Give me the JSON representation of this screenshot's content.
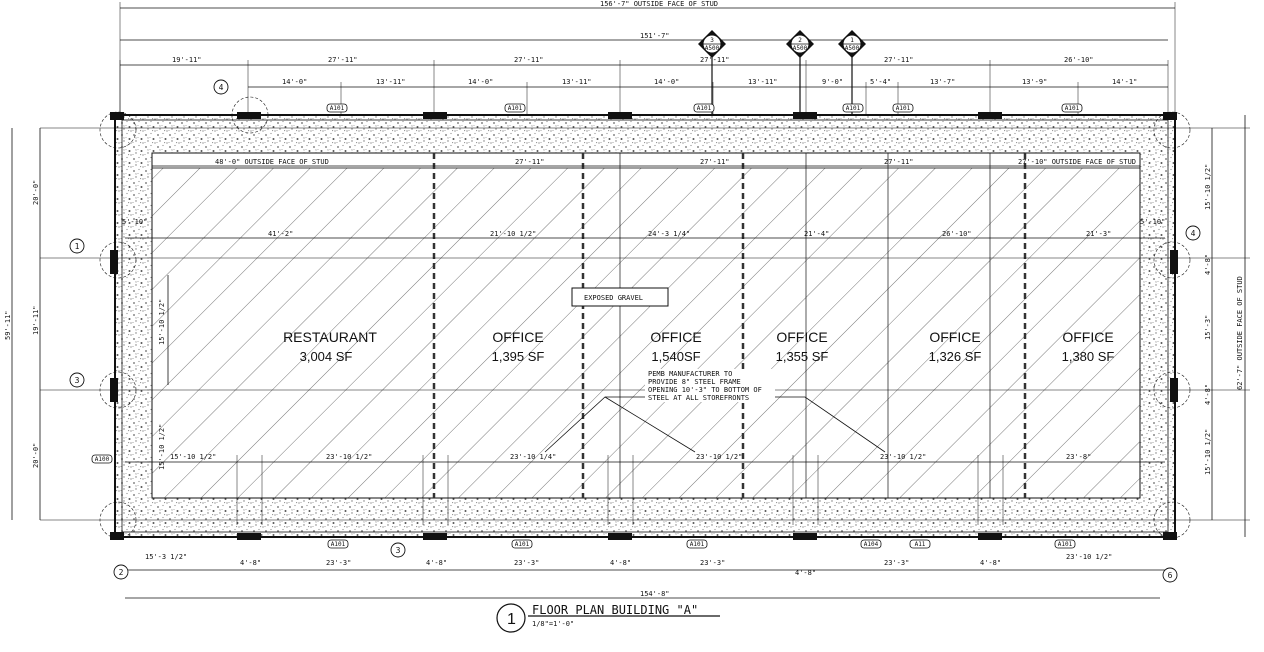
{
  "title": {
    "number": "1",
    "name": "FLOOR PLAN BUILDING \"A\"",
    "scale": "1/8\"=1'-0\""
  },
  "dimensions": {
    "overall_top": "156'-7\" OUTSIDE FACE OF STUD",
    "second_top": "151'-7\"",
    "top_segments": [
      "19'-11\"",
      "27'-11\"",
      "27'-11\"",
      "27'-11\"",
      "27'-11\"",
      "26'-10\""
    ],
    "top_sub_segments": [
      "14'-0\"",
      "13'-11\"",
      "14'-0\"",
      "13'-11\"",
      "14'-0\"",
      "13'-11\"",
      "9'-0\"",
      "5'-4\"",
      "13'-7\"",
      "13'-9\"",
      "14'-1\""
    ],
    "inner_top": [
      "48'-0\" OUTSIDE FACE OF STUD",
      "27'-11\"",
      "27'-11\"",
      "27'-11\"",
      "27'-10\" OUTSIDE FACE OF STUD"
    ],
    "interior_row": [
      "41'-2\"",
      "21'-10 1/2\"",
      "24'-3 1/4\"",
      "21'-4\"",
      "26'-10\"",
      "21'-3\""
    ],
    "storefront_row": [
      "15'-10 1/2\"",
      "23'-10 1/2\"",
      "23'-10 1/4\"",
      "23'-10 1/2\"",
      "23'-10 1/2\"",
      "23'-8\""
    ],
    "left_overall": "59'-11\"",
    "left_segments": [
      "20'-0\"",
      "19'-11\"",
      "20'-0\""
    ],
    "left_inner": "15'-10 1/2\"",
    "left_inner_small": [
      "5'-10\"",
      "15'-10 1/2\""
    ],
    "right_overall": "62'-7\" OUTSIDE FACE OF STUD",
    "right_segments": [
      "15'-10 1/2\"",
      "4'-8\"",
      "15'-3\"",
      "4'-8\"",
      "15'-10 1/2\""
    ],
    "right_small": "5'-10\"",
    "bottom_segments": [
      "15'-3 1/2\"",
      "23'-3\"",
      "23'-3\"",
      "23'-3\"",
      "23'-3\"",
      "23'-10 1/2\""
    ],
    "bottom_small": [
      "4'-8\"",
      "4'-8\"",
      "4'-8\"",
      "4'-8\"",
      "4'-8\""
    ],
    "bottom_overall": "154'-8\""
  },
  "rooms": [
    {
      "name": "RESTAURANT",
      "area": "3,004 SF"
    },
    {
      "name": "OFFICE",
      "area": "1,395 SF"
    },
    {
      "name": "OFFICE",
      "area": "1,540SF"
    },
    {
      "name": "OFFICE",
      "area": "1,355 SF"
    },
    {
      "name": "OFFICE",
      "area": "1,326 SF"
    },
    {
      "name": "OFFICE",
      "area": "1,380 SF"
    }
  ],
  "notes": {
    "gravel": "EXPOSED GRAVEL",
    "steel_frame": [
      "PEMB MANUFACTURER TO",
      "PROVIDE 8\" STEEL FRAME",
      "OPENING 10'-3\" TO BOTTOM OF",
      "STEEL AT ALL STOREFRONTS"
    ]
  },
  "section_markers": [
    {
      "number": "3",
      "sheet": "A500"
    },
    {
      "number": "2",
      "sheet": "A500"
    },
    {
      "number": "1",
      "sheet": "A500"
    }
  ],
  "grid_bubbles": [
    "1",
    "2",
    "3",
    "3",
    "4",
    "4",
    "6"
  ],
  "tags": {
    "top": [
      "A101",
      "A101",
      "A101",
      "A101",
      "A101",
      "A101"
    ],
    "bottom": [
      "A101",
      "A101",
      "A101",
      "A104",
      "A11",
      "A101"
    ],
    "left": "A100"
  },
  "colors": {
    "line": "#111111",
    "hatch": "#555555",
    "gravel": "#999999"
  }
}
